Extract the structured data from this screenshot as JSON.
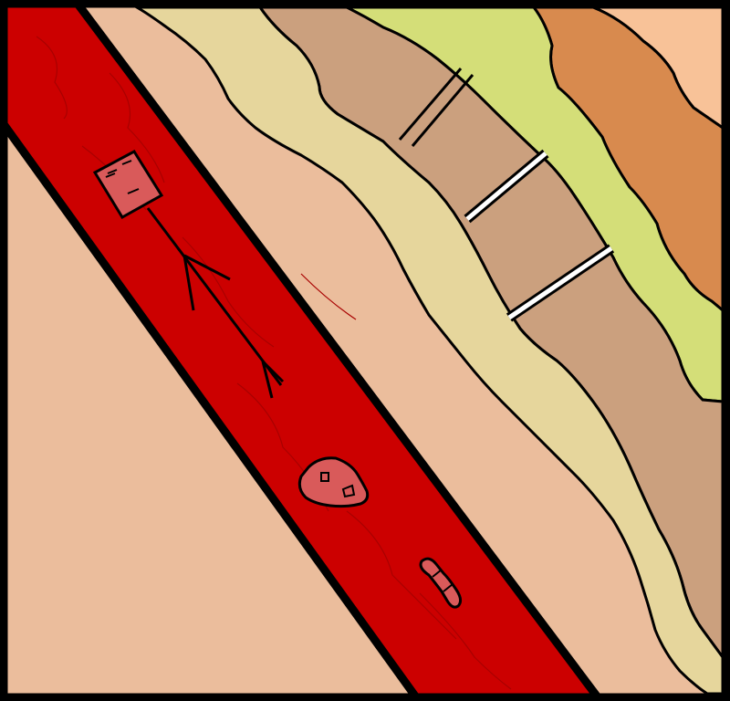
{
  "scene": {
    "colors": {
      "frame": "#000000",
      "skin_base": "#EBBD9C",
      "river": "#CC0000",
      "river_fiber": "#A80000",
      "pale_band": "#E6D69C",
      "muscle_brown": "#CBA07E",
      "lime_band": "#D4DE78",
      "dark_orange": "#D88A4E",
      "peach_corner": "#F8C298",
      "creature_fill": "#D95A5A",
      "white_bar": "#FFFFFF"
    },
    "layers": [
      "skin-base",
      "river",
      "pale-band",
      "brown-band",
      "lime-band",
      "orange-band",
      "peach-corner"
    ],
    "figures": [
      "square-creature",
      "blob-creature",
      "worm-creature"
    ],
    "bar_count": 3,
    "line_pair_count": 1
  }
}
